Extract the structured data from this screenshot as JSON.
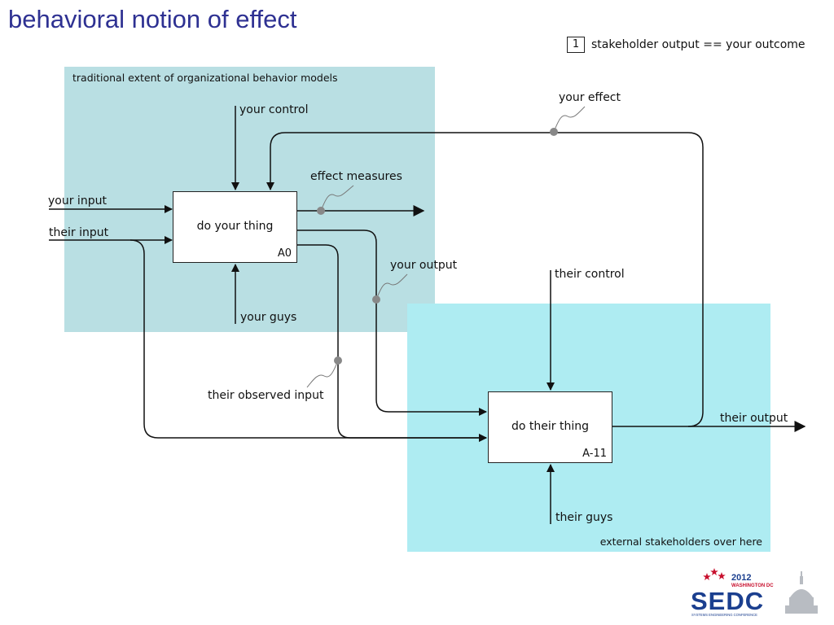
{
  "title": "behavioral notion of effect",
  "legend": {
    "number": "1",
    "text": "stakeholder output == your outcome"
  },
  "regions": {
    "internal": {
      "label": "traditional extent of organizational behavior models",
      "color": "#b9dfe3"
    },
    "external": {
      "label": "external stakeholders over here",
      "color": "#aeecf2"
    }
  },
  "boxes": {
    "a0": {
      "name": "do your thing",
      "id": "A0"
    },
    "a11": {
      "name": "do their thing",
      "id": "A-11"
    }
  },
  "labels": {
    "your_input": "your input",
    "their_input": "their input",
    "your_control": "your control",
    "your_guys": "your guys",
    "effect_measures": "effect measures",
    "your_effect": "your effect",
    "your_output": "your output",
    "their_control": "their control",
    "their_observed_input": "their observed input",
    "their_output": "their output",
    "their_guys": "their guys"
  },
  "logo": {
    "year": "2012",
    "city": "WASHINGTON DC",
    "name": "SEDC",
    "subtitle": "SYSTEMS ENGINEERING CONFERENCE"
  },
  "colors": {
    "title": "#2e3192",
    "dot": "#888888",
    "logo_blue": "#1b3f8f",
    "logo_red": "#c8102e"
  }
}
